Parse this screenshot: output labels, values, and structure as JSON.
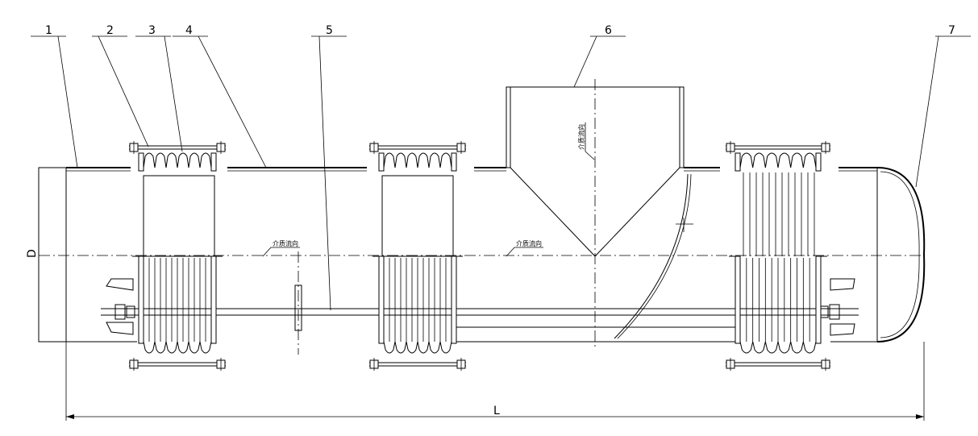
{
  "callouts": [
    {
      "label": "1"
    },
    {
      "label": "2"
    },
    {
      "label": "3"
    },
    {
      "label": "4"
    },
    {
      "label": "5"
    },
    {
      "label": "6"
    },
    {
      "label": "7"
    }
  ],
  "dimensions": {
    "diameter_label": "D",
    "length_label": "L"
  },
  "flow_labels": {
    "axis_left": "介质流向",
    "axis_right": "介质流向",
    "branch": "介质流向"
  },
  "colors": {
    "line": "#000000",
    "background": "#ffffff"
  }
}
